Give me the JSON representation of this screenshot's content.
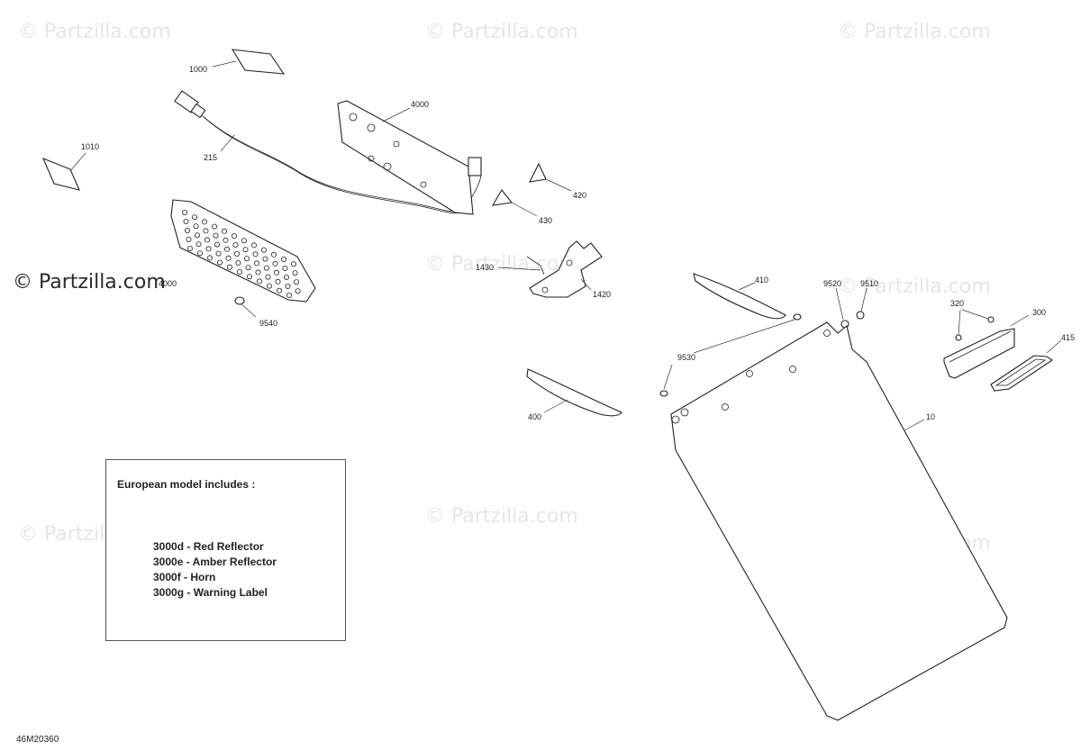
{
  "watermark": "© Partzilla.com",
  "diagram_code": "46M20360",
  "callouts": {
    "c1000": "1000",
    "c1010": "1010",
    "c215": "215",
    "c4000a": "4000",
    "c4000b": "4000",
    "c420": "420",
    "c430": "430",
    "c1430": "1430",
    "c1420": "1420",
    "c9540": "9540",
    "c410": "410",
    "c9520": "9520",
    "c9510": "9510",
    "c320": "320",
    "c300": "300",
    "c415": "415",
    "c9530": "9530",
    "c400": "400",
    "c10": "10"
  },
  "note": {
    "title": "European model includes :",
    "items": [
      "3000d - Red Reflector",
      "3000e - Amber Reflector",
      "3000f - Horn",
      "3000g - Warning Label"
    ]
  }
}
